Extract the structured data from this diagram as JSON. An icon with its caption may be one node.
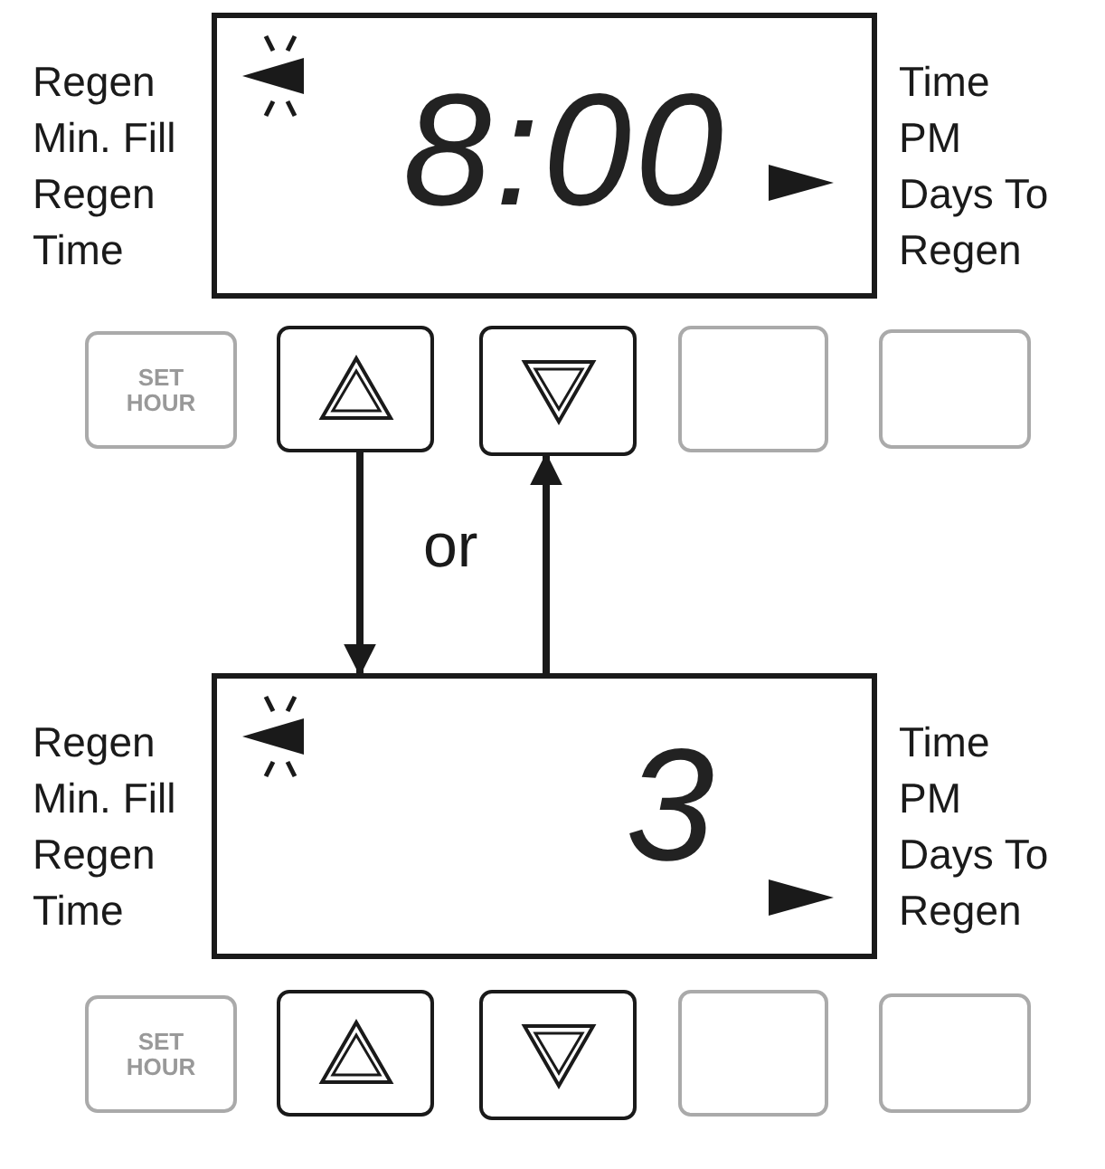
{
  "diagram": {
    "nodes": [
      {
        "text": [
          "8:00"
        ]
      },
      {
        "text": [
          "SET HOUR"
        ]
      },
      {
        "text": [],
        "shape": "box"
      },
      {
        "text": [],
        "shape": "box"
      },
      {
        "text": [],
        "shape": "box"
      },
      {
        "text": [],
        "shape": "box"
      },
      {
        "text": [
          "3"
        ]
      },
      {
        "text": [
          "SET HOUR"
        ]
      },
      {
        "text": [],
        "shape": "box"
      },
      {
        "text": [],
        "shape": "box"
      },
      {
        "text": [],
        "shape": "box"
      },
      {
        "text": [],
        "shape": "box"
      }
    ],
    "edges": [
      {
        "from": 2,
        "to": 6,
        "arrow": "to"
      },
      {
        "from": 6,
        "to": 3,
        "arrow": "to"
      }
    ],
    "labels": [
      "Regen",
      "Min. Fill",
      "Regen Time",
      "Time",
      "PM",
      "Days To Regen",
      "or",
      "Regen",
      "Min. Fill",
      "Regen Time",
      "Time",
      "PM",
      "Days To Regen"
    ]
  }
}
